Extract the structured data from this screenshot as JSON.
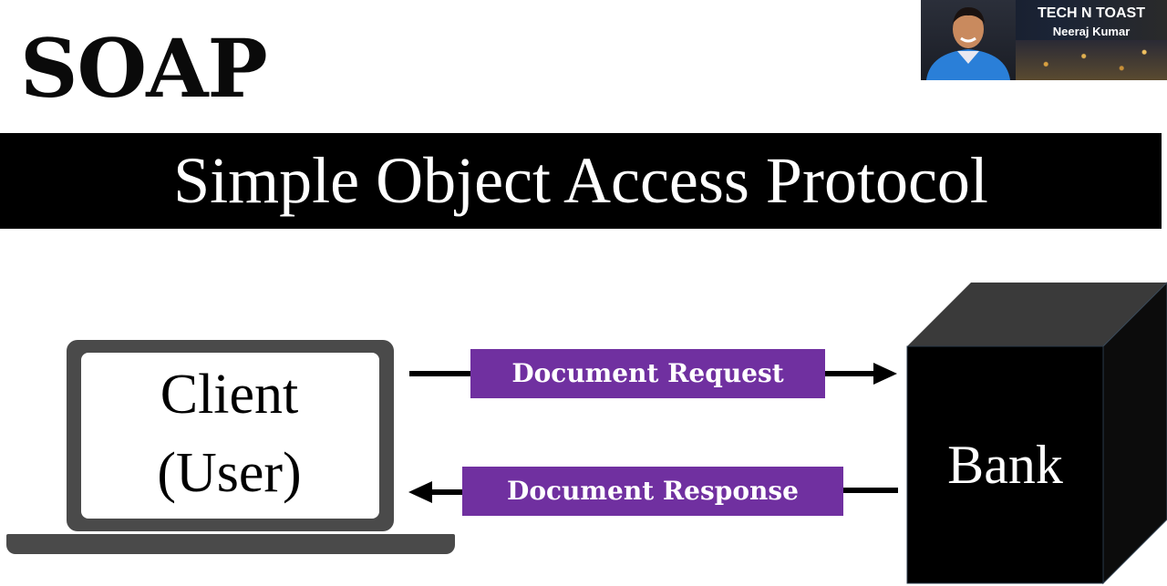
{
  "header": {
    "title": "SOAP",
    "subtitle": "Simple Object Access Protocol"
  },
  "channel": {
    "name": "TECH N TOAST",
    "author": "Neeraj Kumar"
  },
  "diagram": {
    "client_label_line1": "Client",
    "client_label_line2": "(User)",
    "server_label": "Bank",
    "request_label": "Document Request",
    "response_label": "Document Response"
  },
  "colors": {
    "label_background": "#7030a0",
    "banner_background": "#000000",
    "laptop_frame": "#4a4a4a"
  },
  "icons": {
    "client": "laptop-icon",
    "server": "cube-icon"
  }
}
